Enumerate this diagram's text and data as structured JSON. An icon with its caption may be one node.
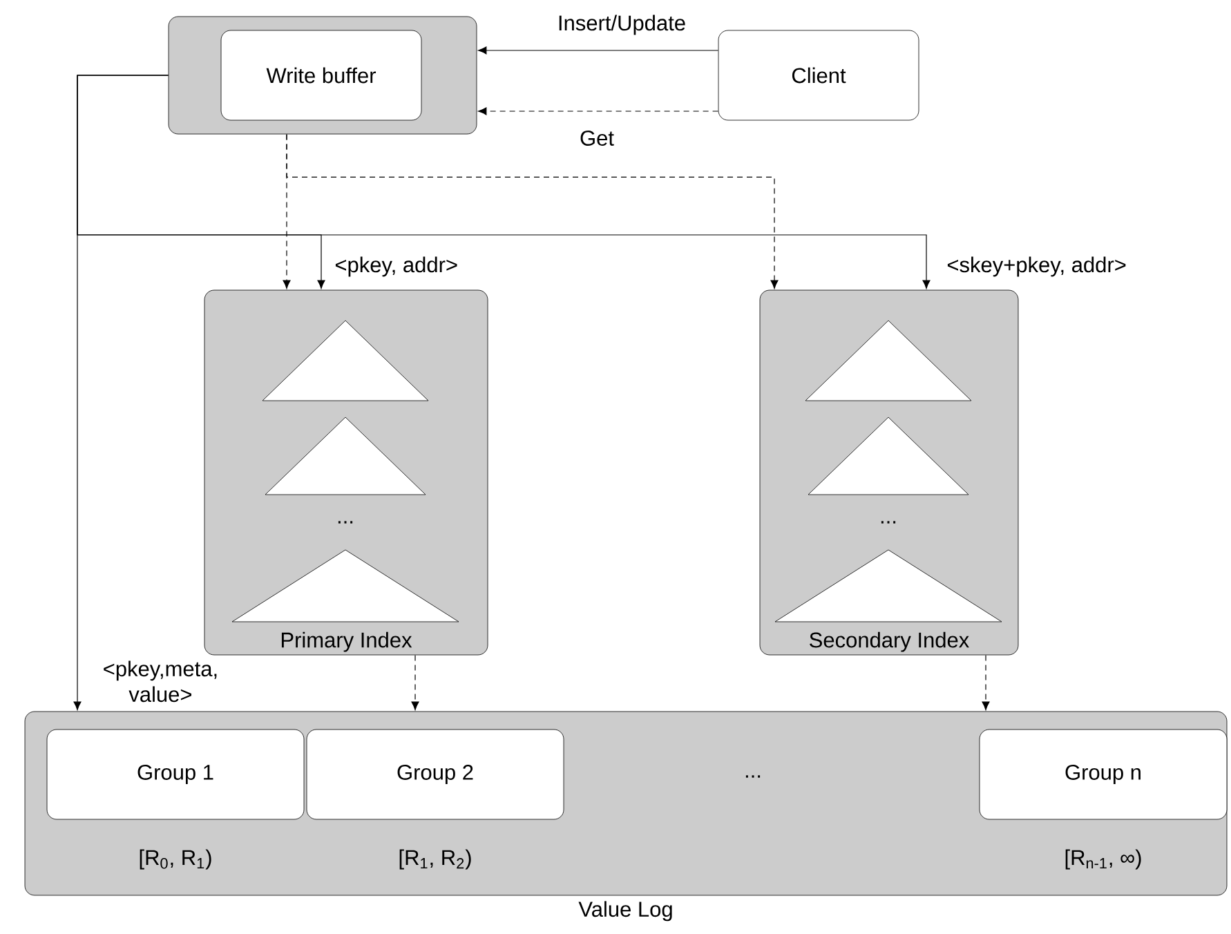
{
  "diagram": {
    "nodes": [
      {
        "text": [],
        "shape": "box"
      },
      {
        "text": [
          "Write buffer"
        ],
        "in": 0
      },
      {
        "text": [
          "Client"
        ]
      },
      {
        "text": [
          "Primary Index"
        ]
      },
      {
        "text": [
          "Secondary Index"
        ]
      },
      {
        "text": [
          "Value Log"
        ]
      },
      {
        "text": [
          "Group 1"
        ],
        "in": 5,
        "beside": [
          "[R$_{0}$, R$_{1}$)"
        ]
      },
      {
        "text": [
          "Group 2"
        ],
        "in": 5,
        "beside": [
          "[R$_{1}$, R$_{2}$)"
        ]
      },
      {
        "text": [
          "Group n"
        ],
        "in": 5,
        "beside": [
          "[R$_{n-1}$, ∞)"
        ]
      }
    ],
    "edges": [
      {
        "from": 2,
        "to": 0,
        "arrow": "to",
        "label": "Insert/Update"
      },
      {
        "from": 2,
        "to": 0,
        "arrow": "to",
        "style": "dashed",
        "label": "Get"
      },
      {
        "from": 0,
        "to": 3,
        "arrow": "to",
        "style": "dashed"
      },
      {
        "from": 0,
        "to": 4,
        "arrow": "to",
        "style": "dashed"
      },
      {
        "from": 0,
        "to": 3,
        "arrow": "to",
        "label": "<pkey, addr>"
      },
      {
        "from": 0,
        "to": 4,
        "arrow": "to",
        "label": "<skey+pkey, addr>"
      },
      {
        "from": 0,
        "to": 5,
        "arrow": "to",
        "label": "<pkey,meta, value>"
      },
      {
        "from": 3,
        "to": 5,
        "arrow": "to",
        "style": "dashed"
      },
      {
        "from": 4,
        "to": 5,
        "arrow": "to",
        "style": "dashed"
      }
    ],
    "labels": [
      "...",
      "...",
      "..."
    ]
  }
}
